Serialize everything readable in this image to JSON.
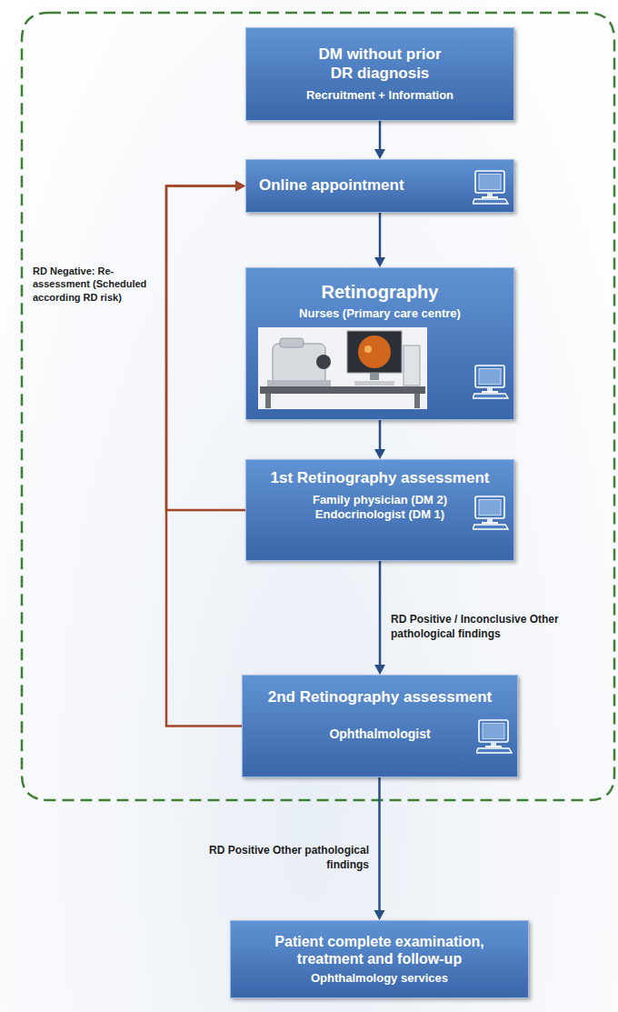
{
  "diagram": {
    "nodes": [
      {
        "text": [
          "DM without prior DR diagnosis",
          "Recruitment + Information"
        ]
      },
      {
        "text": [
          "Online appointment"
        ]
      },
      {
        "text": [
          "Retinography",
          "Nurses (Primary care centre)"
        ]
      },
      {
        "text": [
          "1st Retinography assessment",
          "Family physician (DM 2) Endocrinologist (DM 1)"
        ]
      },
      {
        "text": [
          "2nd Retinography assessment",
          "Ophthalmologist"
        ]
      },
      {
        "text": [
          "Patient complete examination, treatment and follow-up",
          "Ophthalmology services"
        ]
      }
    ],
    "edges": [
      {
        "from": 0,
        "to": 1,
        "arrow": "to"
      },
      {
        "from": 1,
        "to": 2,
        "arrow": "to"
      },
      {
        "from": 2,
        "to": 3,
        "arrow": "to"
      },
      {
        "from": 3,
        "to": 4,
        "arrow": "to",
        "label": "RD Positive / Inconclusive Other pathological findings"
      },
      {
        "from": 4,
        "to": 5,
        "arrow": "to",
        "label": "RD Positive Other pathological findings"
      },
      {
        "from": 3,
        "to": 1,
        "arrow": "to",
        "label": "RD Negative: Re-assessment (Scheduled according RD risk)"
      },
      {
        "from": 4,
        "to": 1,
        "arrow": "to"
      }
    ]
  }
}
